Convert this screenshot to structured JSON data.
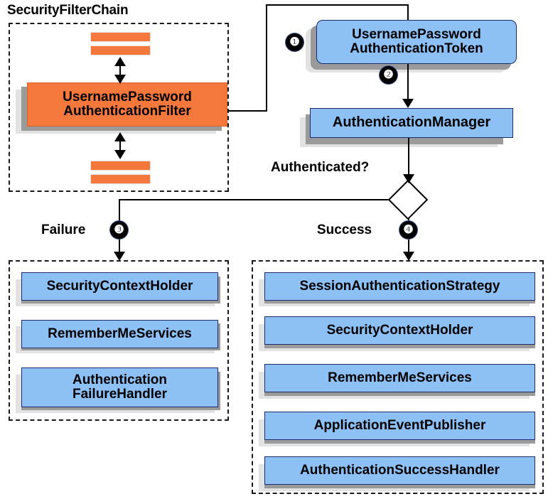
{
  "diagram": {
    "title_chain": "SecurityFilterChain",
    "question_label": "Authenticated?",
    "failure_label": "Failure",
    "success_label": "Success",
    "badges": {
      "one": "❶",
      "two": "❷",
      "three": "❸",
      "four": "❹"
    },
    "colors": {
      "blue_fill": "#8dc0f5",
      "blue_border": "#1d2a6b",
      "orange_fill": "#f4773c",
      "shadow_mid": "#9a9a9a",
      "shadow_light": "#e2e2e2",
      "line": "#000000",
      "background": "#ffffff"
    }
  },
  "filter_chain": {
    "filter_box": "UsernamePassword\nAuthenticationFilter",
    "filter_box_line1": "UsernamePassword",
    "filter_box_line2": "AuthenticationFilter",
    "bars_above": 2,
    "bars_below": 2
  },
  "flow": {
    "token_box_line1": "UsernamePassword",
    "token_box_line2": "AuthenticationToken",
    "manager_box": "AuthenticationManager"
  },
  "failure_group": {
    "items": [
      {
        "label": "SecurityContextHolder",
        "lines": [
          "SecurityContextHolder"
        ]
      },
      {
        "label": "RememberMeServices",
        "lines": [
          "RememberMeServices"
        ]
      },
      {
        "label": "AuthenticationFailureHandler",
        "lines": [
          "Authentication",
          "FailureHandler"
        ]
      }
    ]
  },
  "success_group": {
    "items": [
      {
        "label": "SessionAuthenticationStrategy"
      },
      {
        "label": "SecurityContextHolder"
      },
      {
        "label": "RememberMeServices"
      },
      {
        "label": "ApplicationEventPublisher"
      },
      {
        "label": "AuthenticationSuccessHandler"
      }
    ]
  }
}
